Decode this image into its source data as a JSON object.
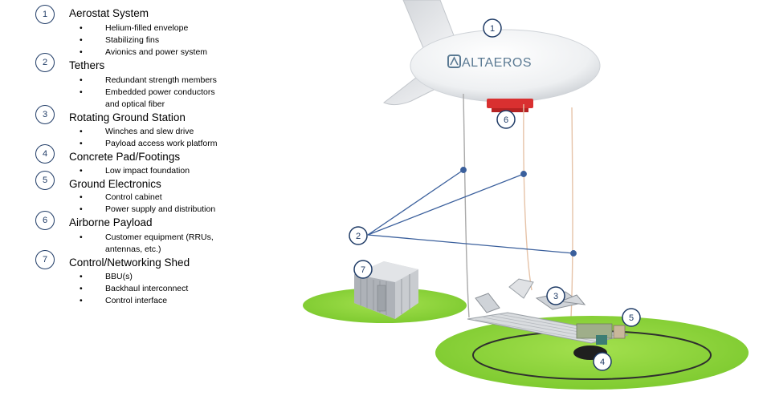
{
  "legend": [
    {
      "num": "1",
      "title": "Aerostat System",
      "bullets": [
        "Helium-filled envelope",
        "Stabilizing fins",
        "Avionics and power system"
      ]
    },
    {
      "num": "2",
      "title": "Tethers",
      "bullets": [
        "Redundant strength members",
        "Embedded power conductors",
        "and optical fiber"
      ]
    },
    {
      "num": "3",
      "title": "Rotating Ground Station",
      "bullets": [
        "Winches and slew drive",
        "Payload access work platform"
      ]
    },
    {
      "num": "4",
      "title": "Concrete Pad/Footings",
      "bullets": [
        "Low impact foundation"
      ]
    },
    {
      "num": "5",
      "title": "Ground Electronics",
      "bullets": [
        "Control cabinet",
        "Power supply and distribution"
      ]
    },
    {
      "num": "6",
      "title": "Airborne Payload",
      "bullets": [
        "Customer equipment (RRUs,",
        "antennas, etc.)"
      ]
    },
    {
      "num": "7",
      "title": "Control/Networking Shed",
      "bullets": [
        "BBU(s)",
        "Backhaul interconnect",
        "Control interface"
      ]
    }
  ],
  "bullet_glyph": "•",
  "diagram": {
    "brand": "ALTAEROS",
    "callouts": {
      "c1": "1",
      "c2": "2",
      "c3": "3",
      "c4": "4",
      "c5": "5",
      "c6": "6",
      "c7": "7"
    }
  },
  "colors": {
    "badge": "#1f3b66",
    "grass": "#8ed63a",
    "payload": "#d93030",
    "tether_line": "#3a5f9c"
  }
}
